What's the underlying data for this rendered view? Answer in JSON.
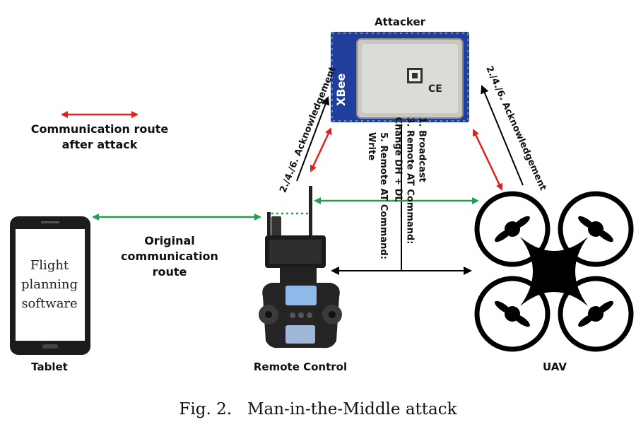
{
  "title": "Attacker",
  "legend": {
    "line1": "Communication route",
    "line2": "after attack"
  },
  "original_route": {
    "line1": "Original",
    "line2": "communication",
    "line3": "route"
  },
  "acknowledgement_left": "2./4./6. Acknowledgement",
  "acknowledgement_right": "2./4./6. Acknowledgement",
  "commands": {
    "cmd1_line1": "1. Broadcast",
    "cmd3_line1": "3. Remote AT Command:",
    "cmd3_line2": "Change DH + DL",
    "cmd5_line1": "5. Remote AT Command:",
    "cmd5_line2": "Write"
  },
  "device_labels": {
    "tablet": "Tablet",
    "remote": "Remote Control",
    "uav": "UAV"
  },
  "tablet_screen": {
    "line1": "Flight",
    "line2": "planning",
    "line3": "software"
  },
  "caption": {
    "fig": "Fig. 2.",
    "text": "Man-in-the-Middle attack"
  },
  "colors": {
    "attack_route": "#e0201c",
    "original_route": "#1fa34a",
    "command_arrow": "#000000"
  }
}
